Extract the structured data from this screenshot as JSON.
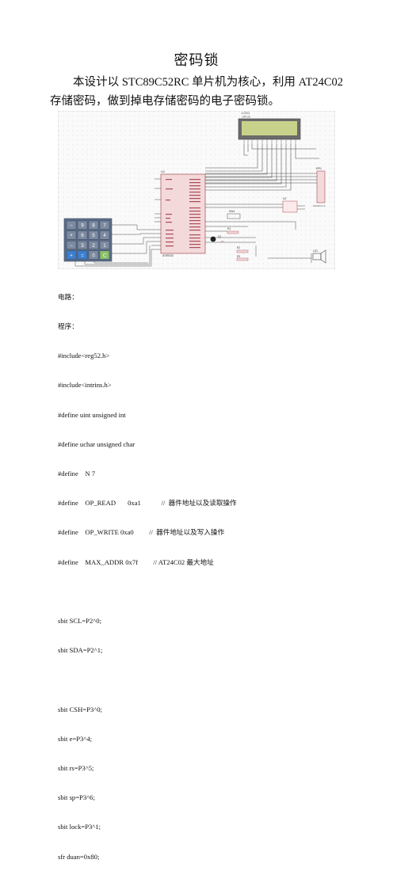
{
  "doc": {
    "title": "密码锁",
    "intro": "本设计以 STC89C52RC 单片机为核心，利用 AT24C02 存储密码，做到掉电存储密码的电子密码锁。"
  },
  "schematic": {
    "lcd_label": "LCD1",
    "lcd_sub": "LM016L",
    "mcu_label": "U1",
    "mcu_part": "AT89C52",
    "eeprom_label": "U2",
    "rp_label": "RP1",
    "rp_part": "RESPACK-8",
    "buzzer_label": "LS1",
    "q_label": "Q1",
    "r1_label": "R1",
    "r2_label": "R2",
    "r3_label": "R3",
    "d_label": "D1",
    "sw_label": "SW1",
    "keypad_keys": [
      "−",
      "9",
      "8",
      "7",
      "×",
      "6",
      "5",
      "4",
      "−",
      "3",
      "2",
      "1",
      "+",
      "=",
      "0",
      "C"
    ],
    "colors": {
      "grid": "#e6e6e6",
      "wire": "#4a4a4a",
      "mcu": "#f3d9da",
      "mcu_border": "#a84c55",
      "lcd": "#c9d28a",
      "lcd_frame": "#5a5a5a",
      "keypad": "#5b6e8a",
      "key_blue": "#3b7fd0",
      "key_green": "#8bbf6a"
    }
  },
  "labels": {
    "circuit": "电路：",
    "program": "程序："
  },
  "code": {
    "include1": "#include<reg52.h>",
    "include2": "#include<intrins.h>",
    "def_uint": "#define uint unsigned int",
    "def_uchar": "#define uchar unsigned char",
    "def_n_a": "#define",
    "def_n_b": "N 7",
    "def_opr_a": "#define",
    "def_opr_b": "OP_READ",
    "def_opr_c": "0xa1",
    "def_opr_cmt": "//  器件地址以及读取操作",
    "def_opw_a": "#define",
    "def_opw_b": "OP_WRITE 0xa0",
    "def_opw_cmt": "//  器件地址以及写入操作",
    "def_max_a": "#define",
    "def_max_b": "MAX_ADDR 0x7f",
    "def_max_cmt": "// AT24C02 最大地址",
    "scl": "sbit SCL=P2^0;",
    "sda": "sbit SDA=P2^1;",
    "csh": "sbit CSH=P3^0;",
    "e": "sbit e=P3^4;",
    "rs": "sbit rs=P3^5;",
    "sp": "sbit sp=P3^6;",
    "lock": "sbit lock=P3^1;",
    "duan": "sfr duan=0x80;"
  }
}
